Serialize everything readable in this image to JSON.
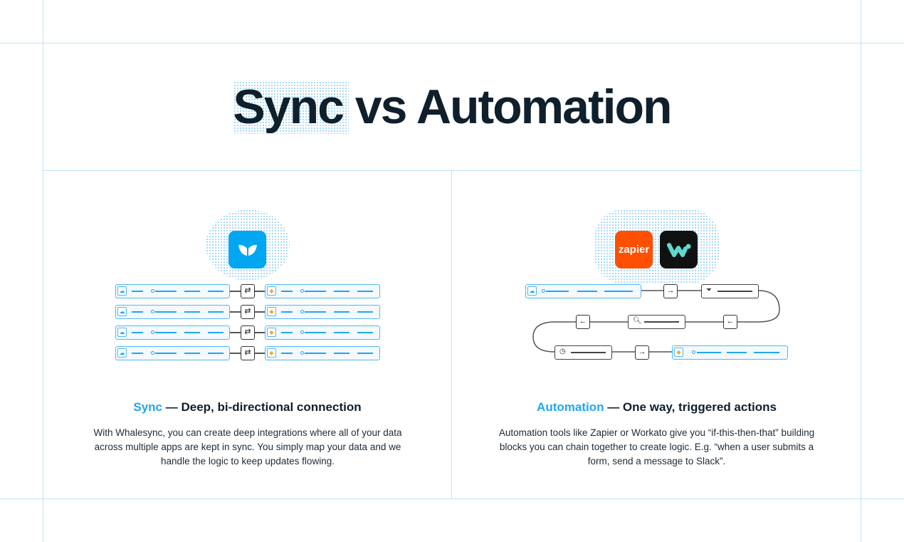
{
  "title": "Sync vs Automation",
  "sync": {
    "logo": "whalesync-logo",
    "rows": 4,
    "left_app": "salesforce",
    "right_app": "airtable",
    "switch_icon": "⇄",
    "heading_accent": "Sync",
    "heading_rest": " — Deep, bi-directional connection",
    "description": "With Whalesync, you can create deep integrations where all of your data across multiple apps are kept in sync. You simply map your data and we handle the logic to keep updates flowing."
  },
  "automation": {
    "logos": {
      "zapier": "zapier",
      "workato": "w"
    },
    "heading_accent": "Automation",
    "heading_rest": " — One way, triggered actions",
    "description": "Automation tools like Zapier or Workato give you “if-this-then-that” building blocks you can chain together to create logic. E.g. “when a user submits a form, send a message to Slack”."
  },
  "colors": {
    "accent": "#1ea7ef",
    "zapier": "#ff4f00",
    "workato": "#111111",
    "workato_mark": "#5fd9cf"
  }
}
